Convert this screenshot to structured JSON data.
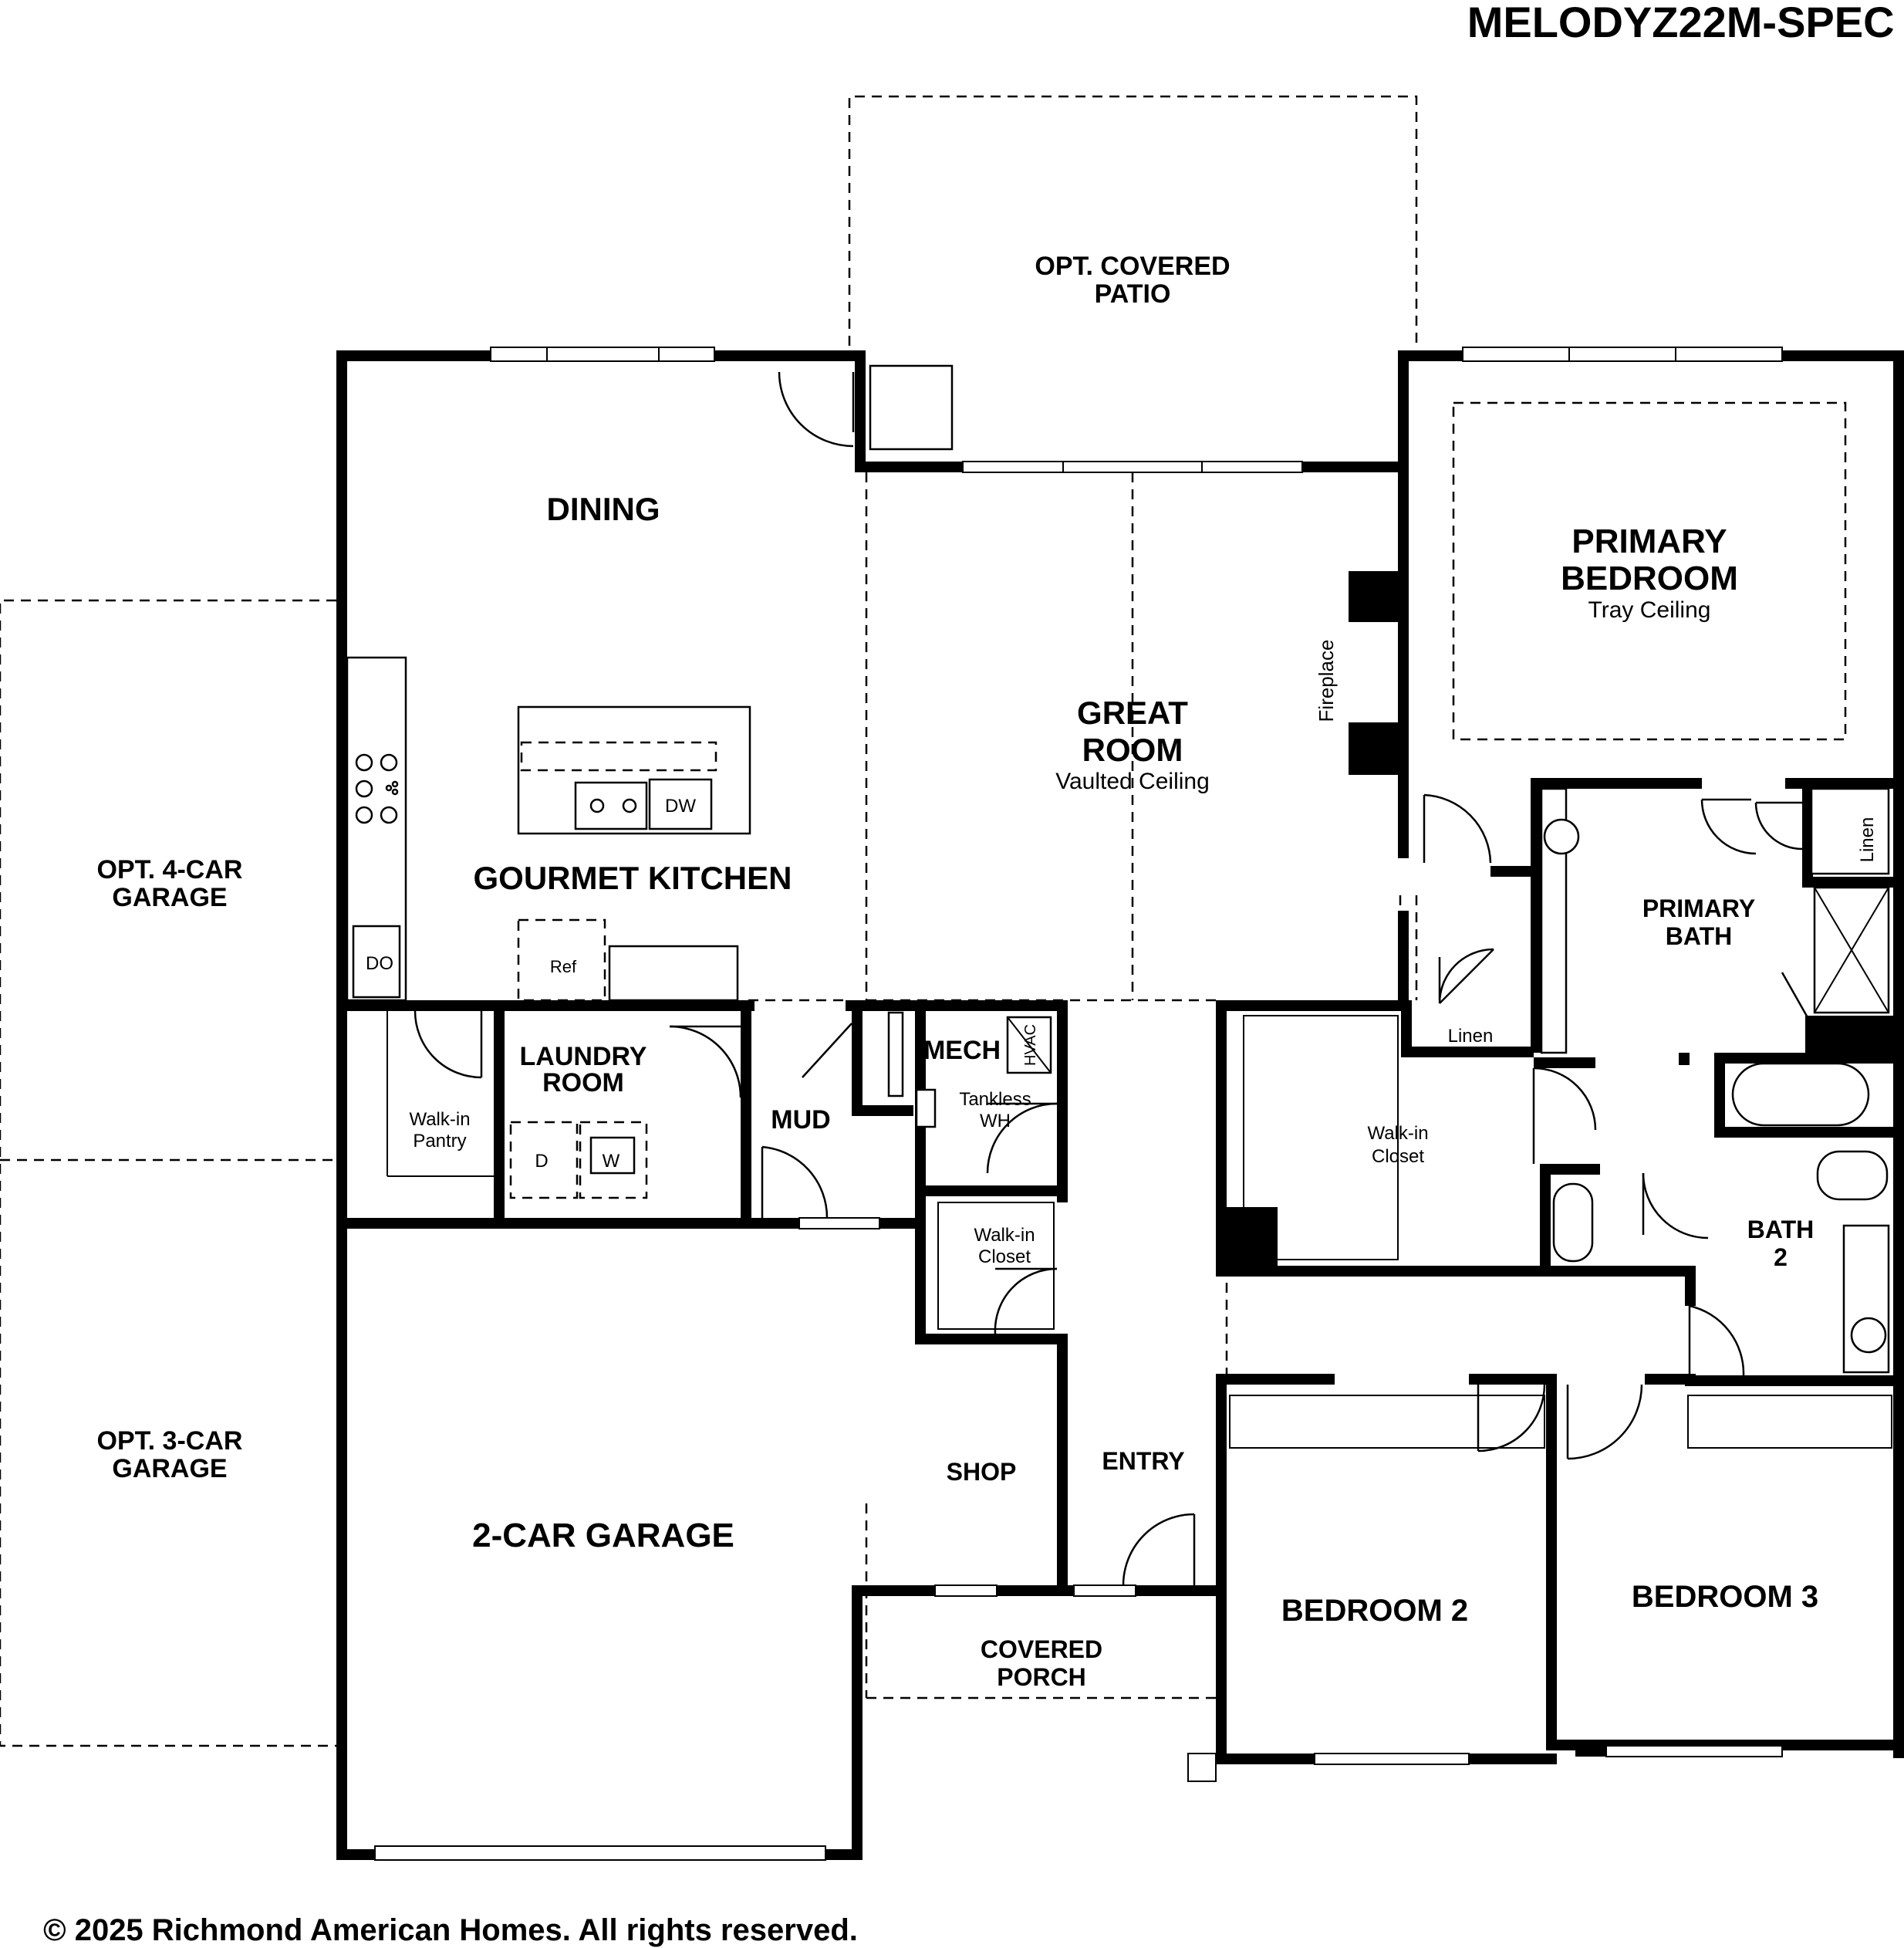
{
  "plan_title": "MELODYZ22M-SPEC 1",
  "copyright": "© 2025 Richmond American Homes. All rights reserved.",
  "rooms": {
    "opt_covered_patio": [
      "OPT. COVERED",
      "PATIO"
    ],
    "dining": "DINING",
    "great_room": [
      "GREAT",
      "ROOM"
    ],
    "great_room_note": "Vaulted Ceiling",
    "fireplace": "Fireplace",
    "primary_bedroom": [
      "PRIMARY",
      "BEDROOM"
    ],
    "primary_bedroom_note": "Tray Ceiling",
    "opt_4car_garage": [
      "OPT. 4-CAR",
      "GARAGE"
    ],
    "opt_3car_garage": [
      "OPT. 3-CAR",
      "GARAGE"
    ],
    "gourmet_kitchen": "GOURMET KITCHEN",
    "laundry_room": [
      "LAUNDRY",
      "ROOM"
    ],
    "mud": "MUD",
    "mech": "MECH",
    "walkin_pantry": [
      "Walk-in",
      "Pantry"
    ],
    "tankless_wh": [
      "Tankless",
      "WH"
    ],
    "primary_bath": [
      "PRIMARY",
      "BATH"
    ],
    "linen_upper": "Linen",
    "linen_lower": "Linen",
    "walkin_closet_primary": [
      "Walk-in",
      "Closet"
    ],
    "walkin_closet_entry": [
      "Walk-in",
      "Closet"
    ],
    "bath2": [
      "BATH",
      "2"
    ],
    "two_car_garage": "2-CAR GARAGE",
    "shop": "SHOP",
    "entry": "ENTRY",
    "covered_porch": [
      "COVERED",
      "PORCH"
    ],
    "bedroom2": "BEDROOM 2",
    "bedroom3": "BEDROOM 3"
  },
  "fixtures": {
    "dishwasher": "DW",
    "double_oven": "DO",
    "refrigerator": "Ref",
    "dryer": "D",
    "washer": "W",
    "hvac": "HVAC"
  }
}
